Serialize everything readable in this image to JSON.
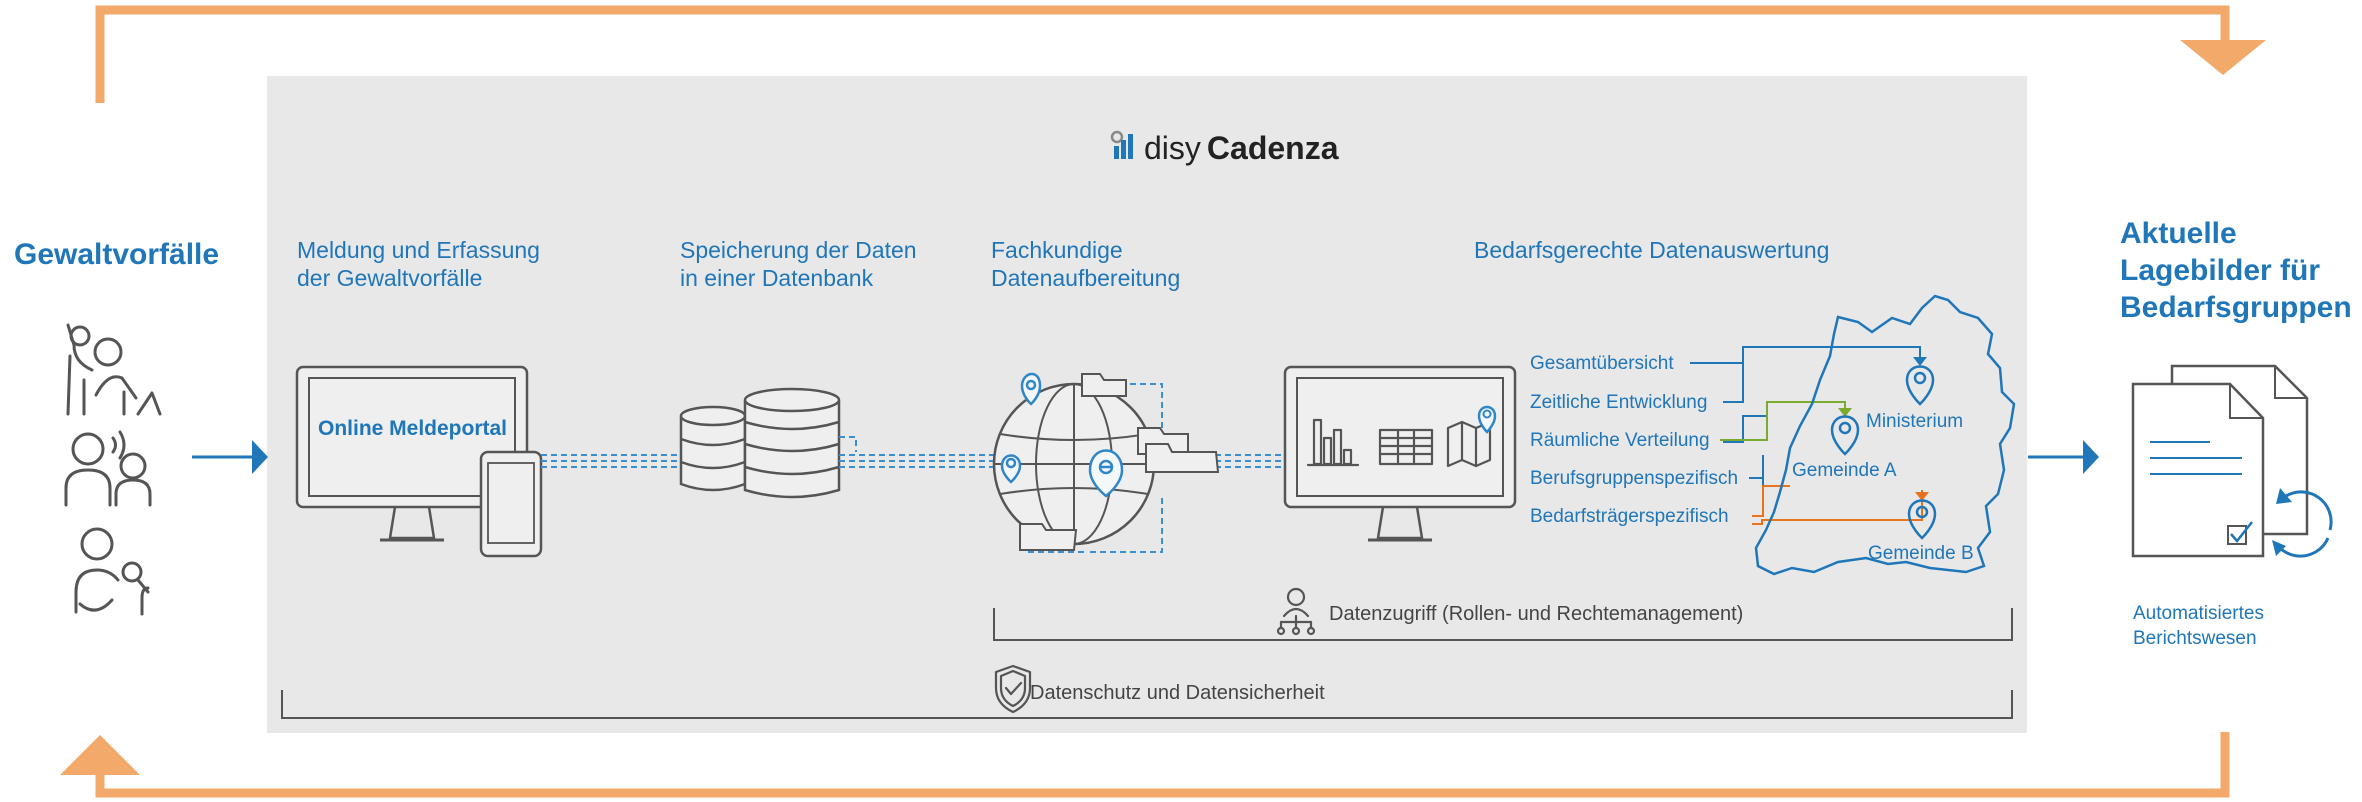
{
  "colors": {
    "accent_blue": "#1f76b8",
    "loop_orange": "#f2a96a",
    "panel_grey": "#e8e8e8",
    "route_green": "#7aab2e",
    "route_orange": "#e8731c"
  },
  "brand": {
    "name_light": "disy",
    "name_bold": "Cadenza"
  },
  "left": {
    "title": "Gewaltvorfälle"
  },
  "steps": [
    {
      "line1": "Meldung und Erfassung",
      "line2": "der Gewaltvorfälle"
    },
    {
      "line1": "Speicherung der Daten",
      "line2": "in einer Datenbank"
    },
    {
      "line1": "Fachkundige",
      "line2": "Datenaufbereitung"
    },
    {
      "line1": "Bedarfsgerechte Datenauswertung",
      "line2": ""
    }
  ],
  "portal": {
    "label": "Online Meldeportal"
  },
  "evaluation_items": [
    "Gesamtübersicht",
    "Zeitliche Entwicklung",
    "Räumliche Verteilung",
    "Berufsgruppenspezifisch",
    "Bedarfsträgerspezifisch"
  ],
  "map_places": [
    "Ministerium",
    "Gemeinde A",
    "Gemeinde B"
  ],
  "access_label": "Datenzugriff (Rollen- und Rechtemanagement)",
  "security_label": "Datenschutz und Datensicherheit",
  "right": {
    "title_line1": "Aktuelle",
    "title_line2": "Lagebilder für",
    "title_line3": "Bedarfsgruppen",
    "reporting_line1": "Automatisiertes",
    "reporting_line2": "Berichtswesen"
  },
  "icons": [
    "people-icon",
    "monitor-icon",
    "phone-icon",
    "database-icon",
    "globe-icon",
    "folder-icon",
    "location-pin-icon",
    "chart-monitor-icon",
    "map-icon",
    "documents-icon",
    "refresh-icon",
    "shield-icon",
    "role-tree-icon"
  ]
}
